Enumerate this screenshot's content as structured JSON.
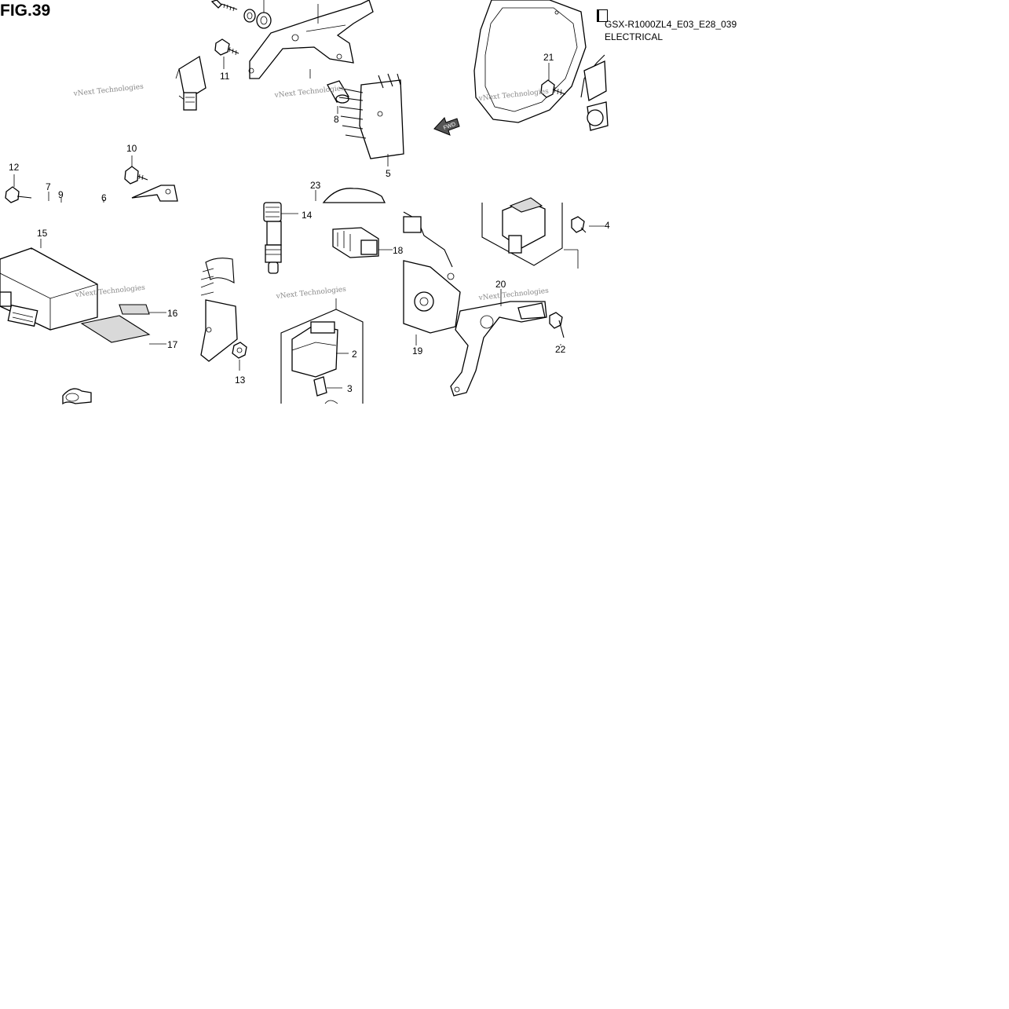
{
  "figure": {
    "title": "FIG.39",
    "model_code": "GSX-R1000ZL4_E03_E28_039",
    "section": "ELECTRICAL",
    "watermark": "vNext Technologies",
    "fwd_label": "FWD"
  },
  "callouts": [
    "2",
    "3",
    "4",
    "5",
    "6",
    "7",
    "8",
    "9",
    "10",
    "11",
    "12",
    "13",
    "14",
    "15",
    "16",
    "17",
    "18",
    "19",
    "20",
    "21",
    "22",
    "23"
  ],
  "icons": {
    "front_arrow": "fwd-arrow-icon",
    "page_corner": "page-corner-icon"
  }
}
